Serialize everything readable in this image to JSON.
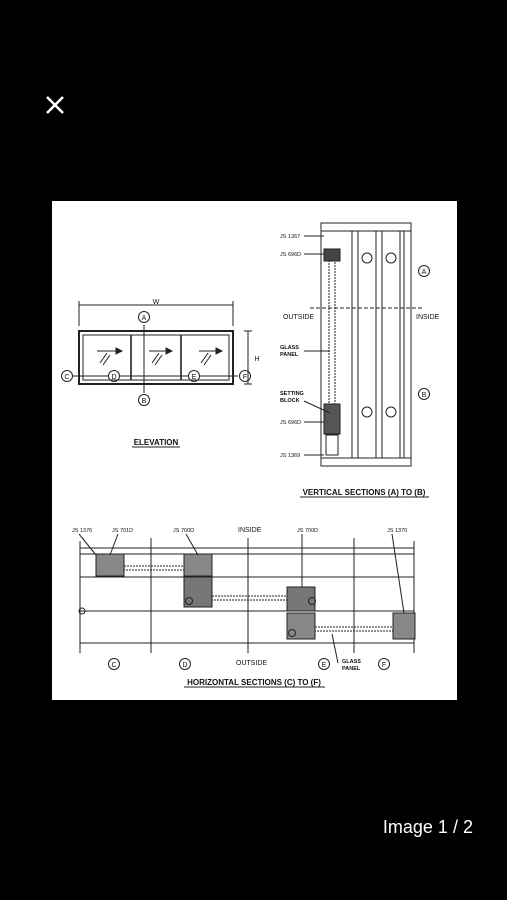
{
  "viewer": {
    "close_icon": "close-icon",
    "counter_prefix": "Image",
    "counter_current": "1",
    "counter_sep": "/",
    "counter_total": "2"
  },
  "drawing": {
    "elevation": {
      "title": "ELEVATION",
      "width_label": "W",
      "height_label": "H",
      "markers": [
        "A",
        "B",
        "C",
        "D",
        "E",
        "F"
      ]
    },
    "vertical": {
      "title": "VERTICAL SECTIONS (A) TO (B)",
      "labels": {
        "js1367": "JS 1367",
        "js696d_top": "JS 696D",
        "outside": "OUTSIDE",
        "inside": "INSIDE",
        "glass1": "GLASS",
        "glass2": "PANEL",
        "setting1": "SETTING",
        "setting2": "BLOCK",
        "js696d_bottom": "JS 696D",
        "js1369": "JS 1369"
      },
      "markers": [
        "A",
        "B"
      ]
    },
    "horizontal": {
      "title": "HORIZONTAL SECTIONS (C) TO (F)",
      "labels": {
        "js1376": "JS 1376",
        "js701d": "JS 701D",
        "js700d_a": "JS 700D",
        "inside": "INSIDE",
        "js700d_b": "JS 700D",
        "js1370": "JS 1370",
        "outside": "OUTSIDE",
        "glass1": "GLASS",
        "glass2": "PANEL"
      },
      "markers": [
        "C",
        "D",
        "E",
        "F"
      ]
    }
  }
}
